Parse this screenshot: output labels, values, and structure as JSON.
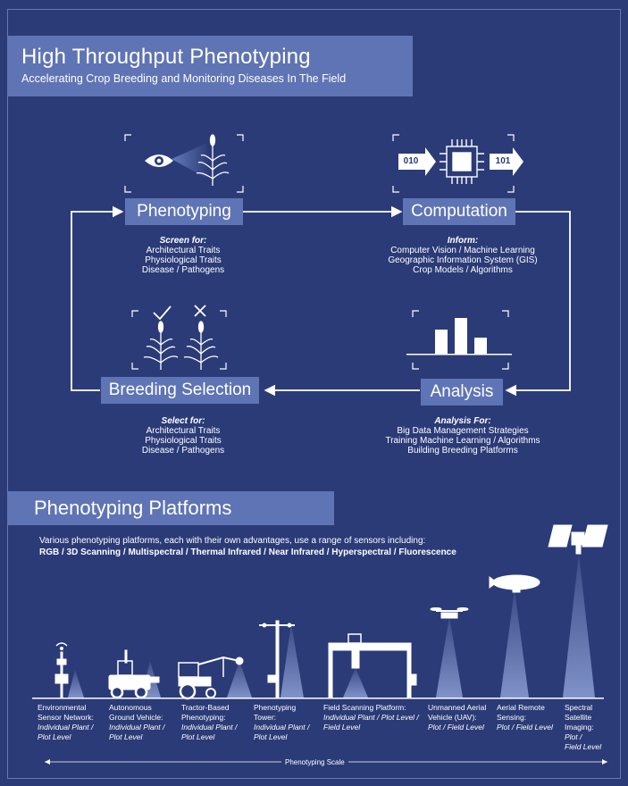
{
  "header": {
    "title": "High Throughput Phenotyping",
    "subtitle": "Accelerating Crop Breeding and Monitoring Diseases In The Field"
  },
  "cycle": {
    "phenotyping": {
      "label": "Phenotyping",
      "heading": "Screen for:",
      "lines": [
        "Architectural Traits",
        "Physiological Traits",
        "Disease / Pathogens"
      ]
    },
    "computation": {
      "label": "Computation",
      "heading": "Inform:",
      "lines": [
        "Computer Vision / Machine Learning",
        "Geographic Information System (GIS)",
        "Crop Models / Algorithms"
      ],
      "input_bits": "010",
      "output_bits": "101"
    },
    "analysis": {
      "label": "Analysis",
      "heading": "Analysis For:",
      "lines": [
        "Big Data Management Strategies",
        "Training Machine Learning / Algorithms",
        "Building Breeding Platforms"
      ]
    },
    "breeding": {
      "label": "Breeding Selection",
      "heading": "Select for:",
      "lines": [
        "Architectural Traits",
        "Physiological Traits",
        "Disease / Pathogens"
      ]
    }
  },
  "platforms_section": {
    "title": "Phenotyping Platforms",
    "intro": "Various phenotyping platforms, each with their own advantages, use a range of sensors including:",
    "sensors": "RGB / 3D Scanning / Multispectral / Thermal Infrared / Near Infrared / Hyperspectral / Fluorescence",
    "scale_label": "Phenotyping Scale",
    "platforms": [
      {
        "name_lines": [
          "Environmental",
          "Sensor Network:"
        ],
        "level_lines": [
          "Individual Plant /",
          "Plot Level"
        ]
      },
      {
        "name_lines": [
          "Autonomous",
          "Ground Vehicle:"
        ],
        "level_lines": [
          "Individual Plant /",
          "Plot Level"
        ]
      },
      {
        "name_lines": [
          "Tractor-Based",
          "Phenotyping:"
        ],
        "level_lines": [
          "Individual Plant /",
          "Plot Level"
        ]
      },
      {
        "name_lines": [
          "Phenotyping",
          "Tower:"
        ],
        "level_lines": [
          "Individual Plant /",
          "Plot Level"
        ]
      },
      {
        "name_lines": [
          "Field Scanning Platform:"
        ],
        "level_lines": [
          "Individual Plant / Plot Level /",
          "Field Level"
        ]
      },
      {
        "name_lines": [
          "Unmanned Aerial",
          "Vehicle (UAV):"
        ],
        "level_lines": [
          "Plot / Field Level"
        ]
      },
      {
        "name_lines": [
          "Aerial Remote",
          "Sensing:"
        ],
        "level_lines": [
          "Plot / Field Level"
        ]
      },
      {
        "name_lines": [
          "Spectral",
          "Satellite",
          "Imaging:"
        ],
        "level_lines": [
          "Plot /",
          "Field Level"
        ]
      }
    ]
  },
  "colors": {
    "background": "#2b3b77",
    "header_fill": "#5f74b4",
    "beam": "#8fa1d8"
  }
}
